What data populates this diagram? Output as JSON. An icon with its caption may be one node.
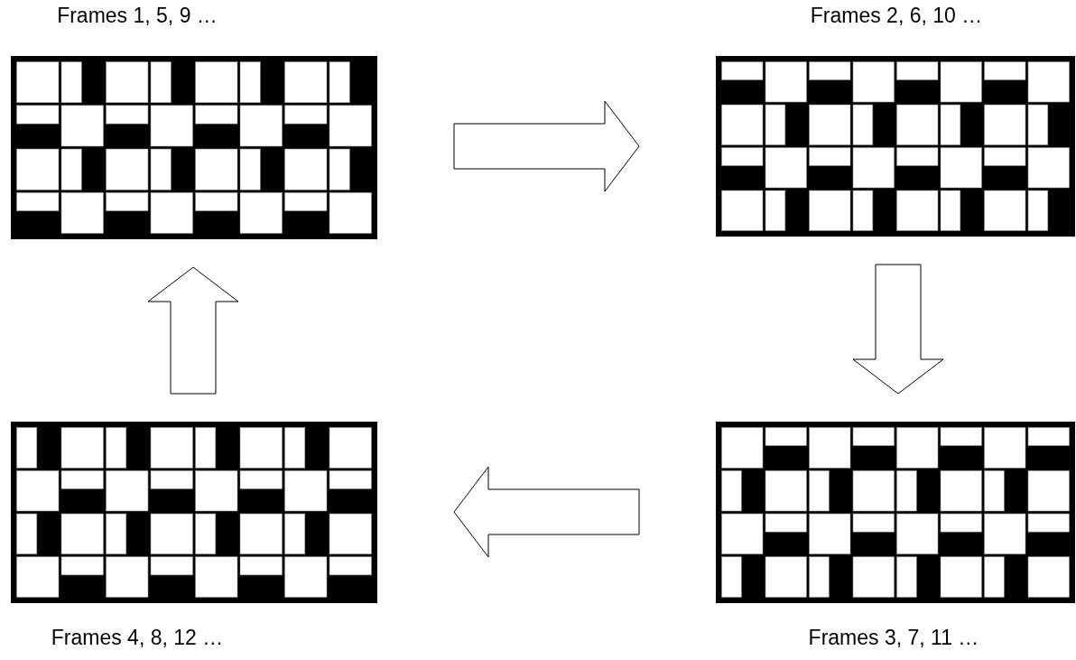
{
  "diagram": {
    "nodes": [
      {
        "text": [
          "Frames 1, 5, 9 …"
        ]
      },
      {
        "text": [
          "Frames 2, 6, 10 …"
        ]
      },
      {
        "text": [
          "Frames 4, 8, 12 …"
        ]
      },
      {
        "text": [
          "Frames 3, 7, 11 …"
        ]
      }
    ],
    "edges": [
      {
        "from": 0,
        "to": 1,
        "arrow": "to"
      },
      {
        "from": 1,
        "to": 3,
        "arrow": "to"
      },
      {
        "from": 3,
        "to": 2,
        "arrow": "to"
      },
      {
        "from": 2,
        "to": 0,
        "arrow": "to"
      }
    ]
  }
}
